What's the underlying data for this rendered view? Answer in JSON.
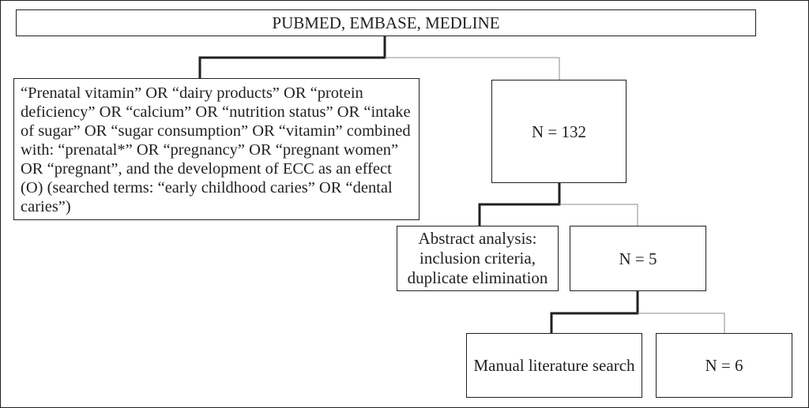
{
  "nodes": {
    "source": "PUBMED, EMBASE, MEDLINE",
    "query": "“Prenatal vitamin” OR “dairy products” OR “protein deficiency” OR “calcium” OR “nutrition status” OR “intake of sugar” OR “sugar consumption” OR “vitamin” combined with: “prenatal*” OR “pregnancy” OR “pregnant women” OR “pregnant”, and the development of ECC as an effect (O) (searched terms: “early childhood caries” OR “dental caries”)",
    "n132": "N = 132",
    "abstract": "Abstract analysis: inclusion criteria, duplicate elimination",
    "n5": "N = 5",
    "manual": "Manual literature search",
    "n6": "N = 6"
  },
  "colors": {
    "line": "#231f20",
    "thin_line": "#8c8c8c",
    "text": "#231f20"
  }
}
